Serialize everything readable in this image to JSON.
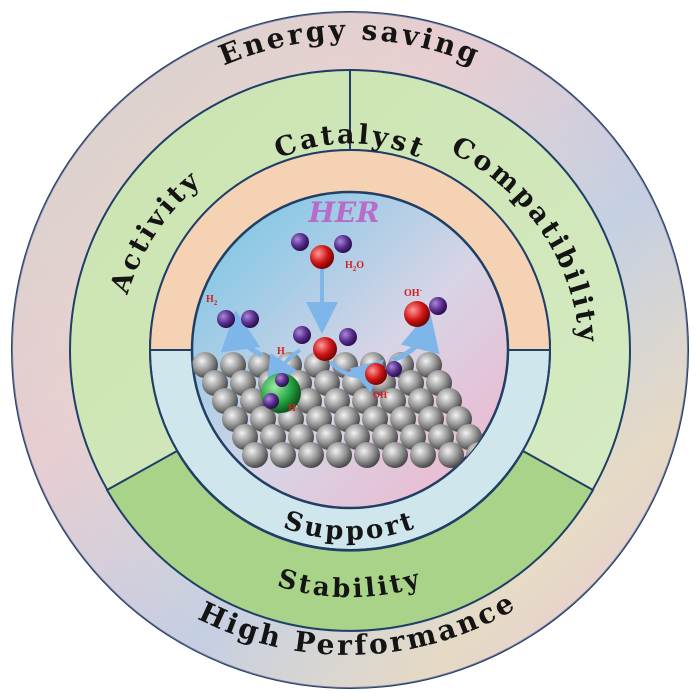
{
  "center": {
    "title": "HER"
  },
  "labels": {
    "energy": "Energy saving",
    "compat": "Compatibility",
    "activity": "Activity",
    "catalyst": "Catalyst",
    "support": "Support",
    "stability": "Stability",
    "performance": "High Performance"
  },
  "species": {
    "water": "H",
    "water_sub": "2",
    "water_o": "O",
    "h2": "H",
    "h2_sub": "2",
    "oh_top": "OH",
    "oh_top_sup": "-",
    "oh_bottom": "OH",
    "oh_bottom_sup": "-",
    "h_left": "H",
    "h_green": "H"
  },
  "colors": {
    "outer_ring": "#e9c8e0",
    "middle_ring": "#cfe5b6",
    "catalyst_band": "#f6d2b4",
    "support_band": "#cfe6ec",
    "stability_band": "#a9d388",
    "ring_lines": "#1f3f66",
    "molecule_h": "#5a2d8e",
    "molecule_o": "#d01616",
    "metal_site": "#28a844"
  }
}
